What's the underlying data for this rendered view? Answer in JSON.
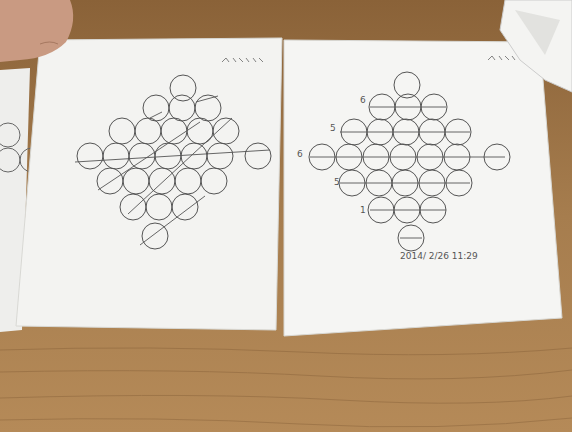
{
  "diagram": {
    "labels": [
      "6",
      "5",
      "6",
      "5",
      "1",
      "2014/ 2/26 11:29"
    ]
  }
}
